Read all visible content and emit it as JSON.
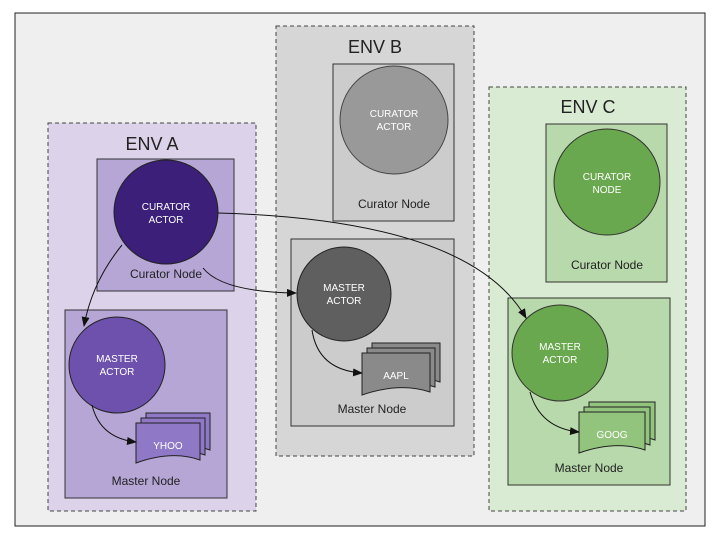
{
  "colors": {
    "outer_bg": "#efefef",
    "env_a": "#dcd3ea",
    "env_b": "#d6d6d6",
    "env_c": "#d9ebd2",
    "purple_node": "#b6a6d6",
    "purple_actor": "#3b1f78",
    "purple_master": "#6e51ad",
    "purple_doc": "#8f78c6",
    "gray_node": "#cccccc",
    "gray_curator": "#999999",
    "gray_master": "#5f5f5f",
    "gray_doc": "#8a8a8a",
    "green_node": "#b8d9ab",
    "green_actor": "#6aa84f",
    "green_doc": "#93c47d"
  },
  "envs": {
    "a": {
      "title": "ENV A",
      "curator": {
        "actor_line1": "CURATOR",
        "actor_line2": "ACTOR",
        "node_label": "Curator Node"
      },
      "master": {
        "actor_line1": "MASTER",
        "actor_line2": "ACTOR",
        "doc_label": "YHOO",
        "node_label": "Master Node"
      }
    },
    "b": {
      "title": "ENV B",
      "curator": {
        "actor_line1": "CURATOR",
        "actor_line2": "ACTOR",
        "node_label": "Curator Node"
      },
      "master": {
        "actor_line1": "MASTER",
        "actor_line2": "ACTOR",
        "doc_label": "AAPL",
        "node_label": "Master Node"
      }
    },
    "c": {
      "title": "ENV C",
      "curator": {
        "actor_line1": "CURATOR",
        "actor_line2": "NODE",
        "node_label": "Curator Node"
      },
      "master": {
        "actor_line1": "MASTER",
        "actor_line2": "ACTOR",
        "doc_label": "GOOG",
        "node_label": "Master Node"
      }
    }
  }
}
